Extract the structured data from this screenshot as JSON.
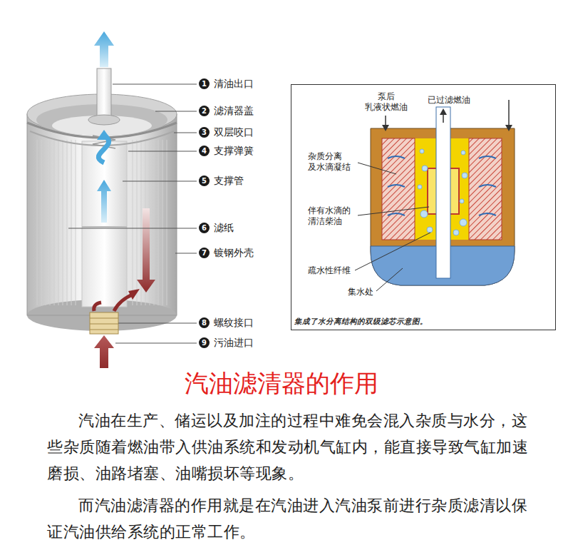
{
  "diagram": {
    "title": "汽油滤清器的作用",
    "caption": "集成了水分离结构的双级滤芯示意图。",
    "labels": [
      "1",
      "清油出口",
      "2",
      "滤清器盖",
      "3",
      "双层咬口",
      "4",
      "支撑弹簧",
      "5",
      "支撑管",
      "6",
      "滤纸",
      "7",
      "镀钢外壳",
      "8",
      "螺纹接口",
      "9",
      "污油进口",
      "泵后 乳液状燃油",
      "已过滤燃油",
      "杂质分离 及水滴凝结",
      "伴有水滴的 清洁柴油",
      "疏水性纤维",
      "集水处",
      "汽油在生产、储运以及加注的过程中难免会混入杂质与水分，这些杂质随着燃油带入供油系统和发动机气缸内，能直接导致气缸加速磨损、油路堵塞、油嘴损坏等现象。",
      "而汽油滤清器的作用就是在汽油进入汽油泵前进行杂质滤清以保证汽油供给系统的正常工作。"
    ]
  }
}
